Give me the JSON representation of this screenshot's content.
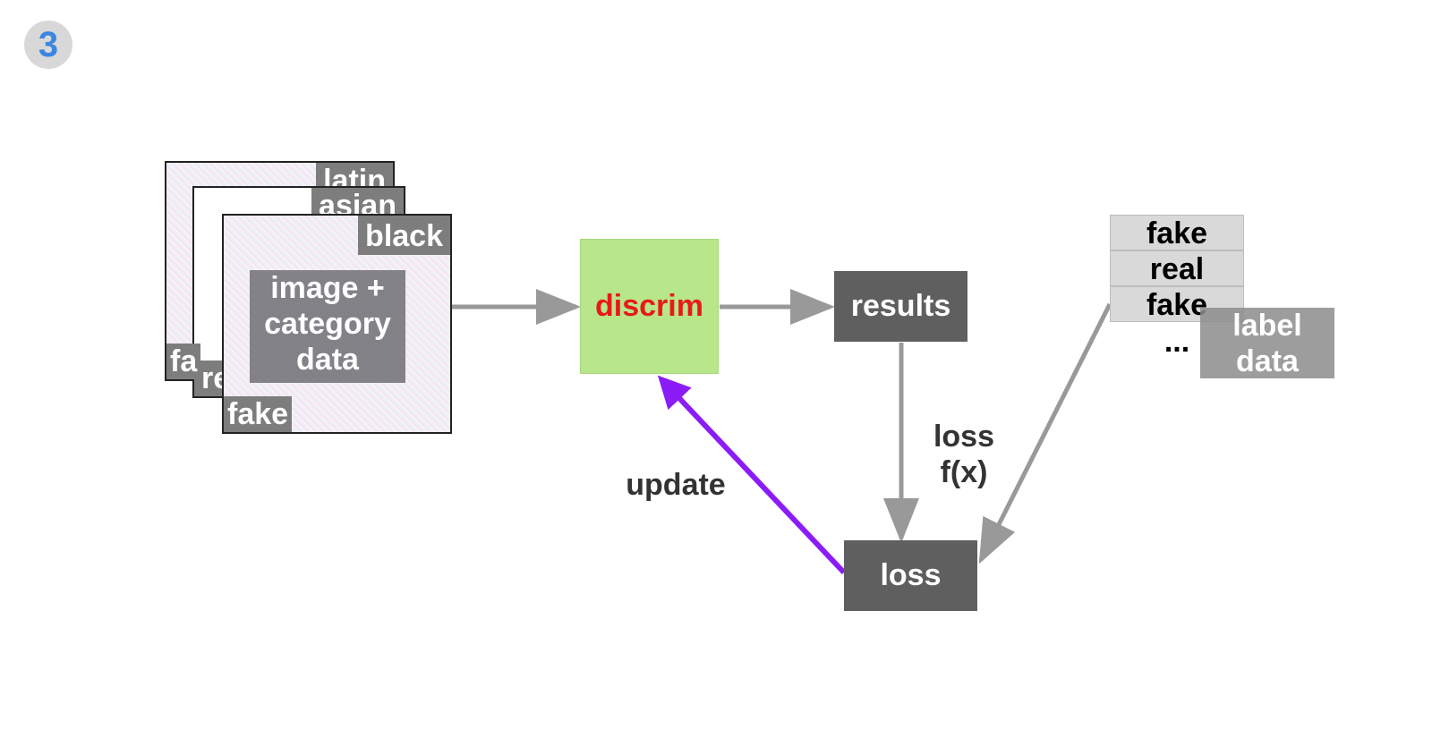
{
  "step_badge": "3",
  "stack": {
    "cards": [
      {
        "category": "latin",
        "label": "fa"
      },
      {
        "category": "asian",
        "label": "re"
      },
      {
        "category": "black",
        "label": "fake"
      }
    ],
    "caption": [
      "image +",
      "category",
      "data"
    ]
  },
  "discrim": "discrim",
  "results": "results",
  "loss": "loss",
  "loss_fn": [
    "loss",
    "f(x)"
  ],
  "update": "update",
  "labels": {
    "rows": [
      "fake",
      "real",
      "fake"
    ],
    "ellipsis": "...",
    "caption": [
      "label",
      "data"
    ]
  },
  "colors": {
    "arrow": "#999999",
    "update_arrow": "#8b1cf7",
    "discrim_bg": "#b8e68a",
    "discrim_text": "#e8191a",
    "box": "#5f5f5f"
  }
}
